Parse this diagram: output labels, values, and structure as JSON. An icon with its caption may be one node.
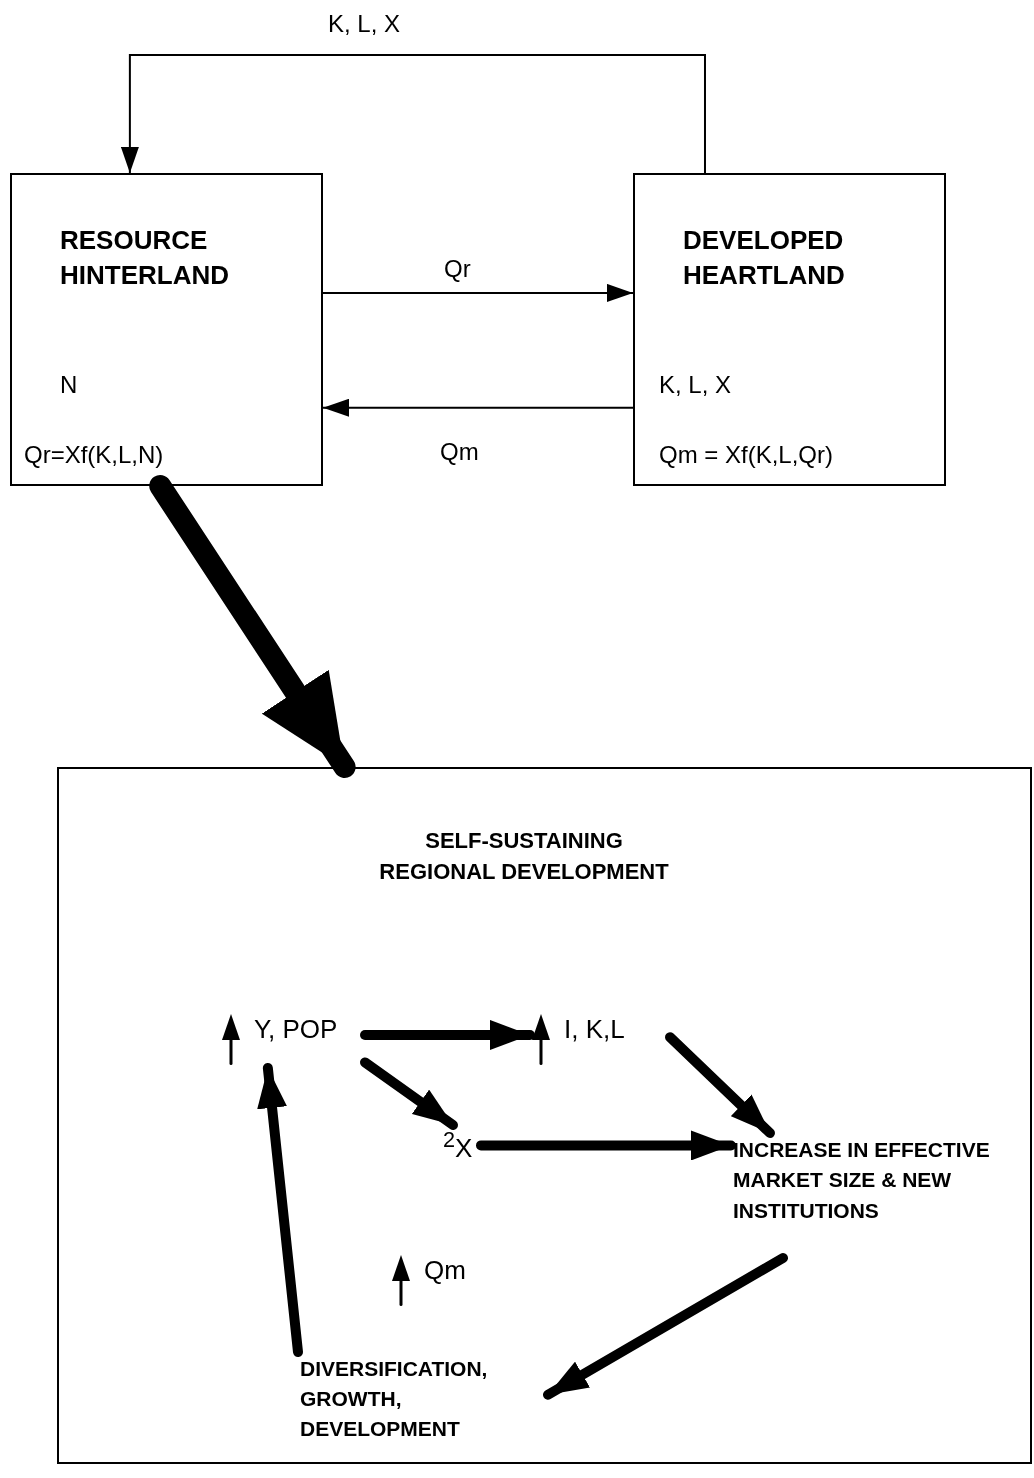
{
  "diagram": {
    "nodes": [
      {
        "text": [
          "RESOURCE HINTERLAND",
          "N",
          "Qr=Xf(K,L,N)"
        ]
      },
      {
        "text": [
          "DEVELOPED HEARTLAND",
          "K, L, X",
          "Qm = Xf(K,L,Qr)"
        ]
      },
      {
        "text": [
          "SELF-SUSTAINING REGIONAL DEVELOPMENT"
        ]
      },
      {
        "text": [
          "Y, POP"
        ],
        "in": 2
      },
      {
        "text": [
          "I, K,L"
        ],
        "in": 2
      },
      {
        "text": [
          "$^{2}$X"
        ],
        "in": 2
      },
      {
        "text": [
          "INCREASE IN EFFECTIVE MARKET SIZE & NEW INSTITUTIONS"
        ],
        "in": 2
      },
      {
        "text": [
          "Qm"
        ],
        "in": 2
      },
      {
        "text": [
          "DIVERSIFICATION, GROWTH, DEVELOPMENT"
        ],
        "in": 2
      }
    ],
    "edges": [
      {
        "from": 1,
        "to": 0,
        "arrow": "to",
        "label": "K, L, X"
      },
      {
        "from": 0,
        "to": 1,
        "arrow": "to",
        "label": "Qr"
      },
      {
        "from": 1,
        "to": 0,
        "arrow": "to",
        "label": "Qm"
      },
      {
        "from": 0,
        "to": 2,
        "arrow": "to",
        "style": "thick"
      },
      {
        "from": 3,
        "to": 4,
        "arrow": "to"
      },
      {
        "from": 3,
        "to": 5,
        "arrow": "to"
      },
      {
        "from": 4,
        "to": 6,
        "arrow": "to"
      },
      {
        "from": 5,
        "to": 6,
        "arrow": "to"
      },
      {
        "from": 6,
        "to": 8,
        "arrow": "to"
      },
      {
        "from": 8,
        "to": 3,
        "arrow": "to"
      }
    ]
  }
}
